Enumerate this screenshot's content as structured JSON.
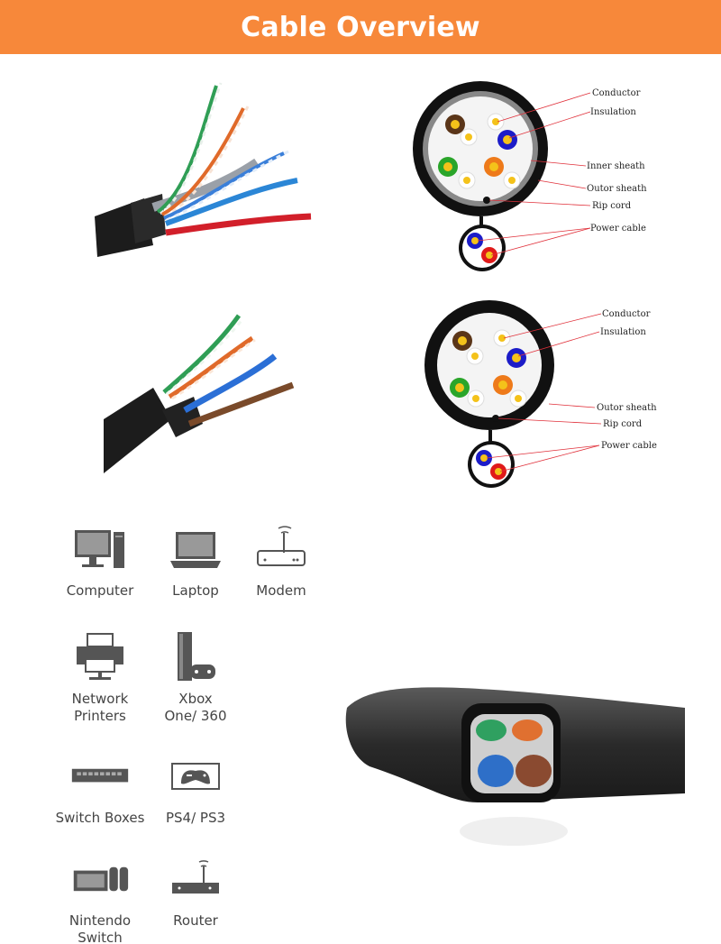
{
  "header": {
    "title": "Cable Overview",
    "background": "#f7883a"
  },
  "diagram_top": {
    "labels": [
      "Conductor",
      "Insulation",
      "Inner sheath",
      "Outor sheath",
      "Rip cord",
      "Power cable"
    ]
  },
  "diagram_bottom": {
    "labels": [
      "Conductor",
      "Insulation",
      "Outor sheath",
      "Rip cord",
      "Power cable"
    ]
  },
  "devices": [
    {
      "label": "Computer",
      "icon": "computer-icon"
    },
    {
      "label": "Laptop",
      "icon": "laptop-icon"
    },
    {
      "label": "Modem",
      "icon": "modem-icon"
    },
    {
      "label": "Network\nPrinters",
      "icon": "printer-icon"
    },
    {
      "label": "Xbox\nOne/ 360",
      "icon": "xbox-icon"
    },
    {
      "label": "Switch Boxes",
      "icon": "switch-box-icon"
    },
    {
      "label": "PS4/ PS3",
      "icon": "gamepad-icon"
    },
    {
      "label": "Nintendo\nSwitch",
      "icon": "nintendo-switch-icon"
    },
    {
      "label": "Router",
      "icon": "router-icon"
    }
  ]
}
